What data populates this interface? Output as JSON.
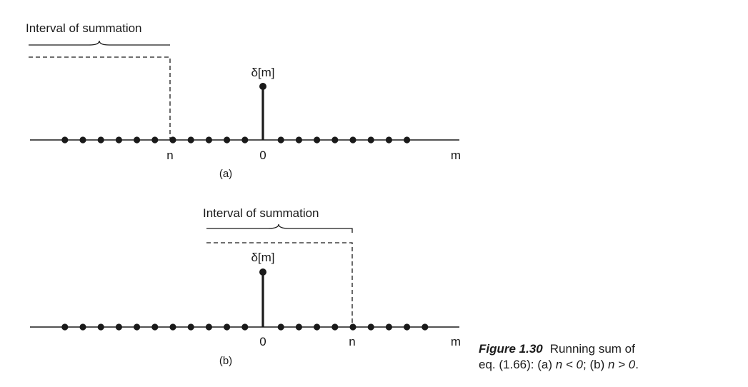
{
  "panels": [
    {
      "id": "a",
      "interval_label": "Interval of summation",
      "impulse_label": "δ[m]",
      "n_label": "n",
      "zero_label": "0",
      "axis_label": "m",
      "sub_label": "(a)"
    },
    {
      "id": "b",
      "interval_label": "Interval of summation",
      "impulse_label": "δ[m]",
      "n_label": "n",
      "zero_label": "0",
      "axis_label": "m",
      "sub_label": "(b)"
    }
  ],
  "caption": {
    "title": "Figure 1.30",
    "line1": "Running sum of",
    "line2_prefix": "eq. (1.66): (a) ",
    "line2_a": "n < 0",
    "line2_mid": "; (b) ",
    "line2_b": "n > 0",
    "line2_suffix": "."
  }
}
